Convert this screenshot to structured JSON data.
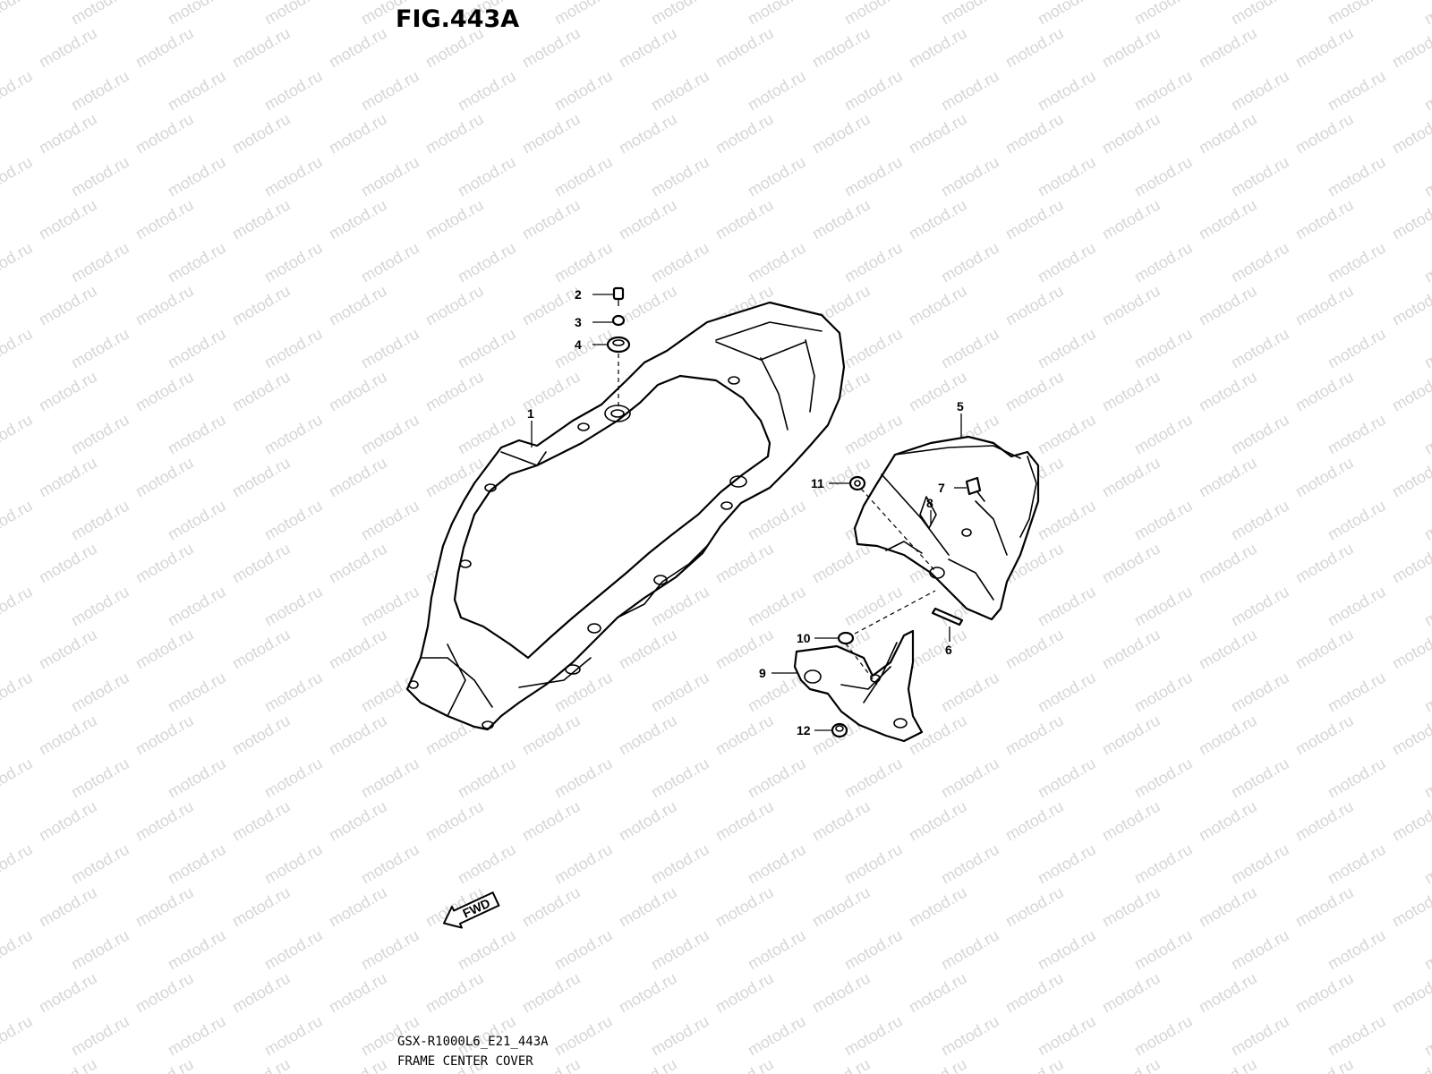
{
  "figure": {
    "title": "FIG.443A",
    "model_code": "GSX-R1000L6_E21_443A",
    "caption": "FRAME CENTER COVER"
  },
  "watermark": "motod.ru",
  "direction_marker": {
    "label": "FWD",
    "icon": "arrow-left-icon"
  },
  "callouts": {
    "c1": "1",
    "c2": "2",
    "c3": "3",
    "c4": "4",
    "c5": "5",
    "c6": "6",
    "c7": "7",
    "c8": "8",
    "c9": "9",
    "c10": "10",
    "c11": "11",
    "c12": "12"
  }
}
